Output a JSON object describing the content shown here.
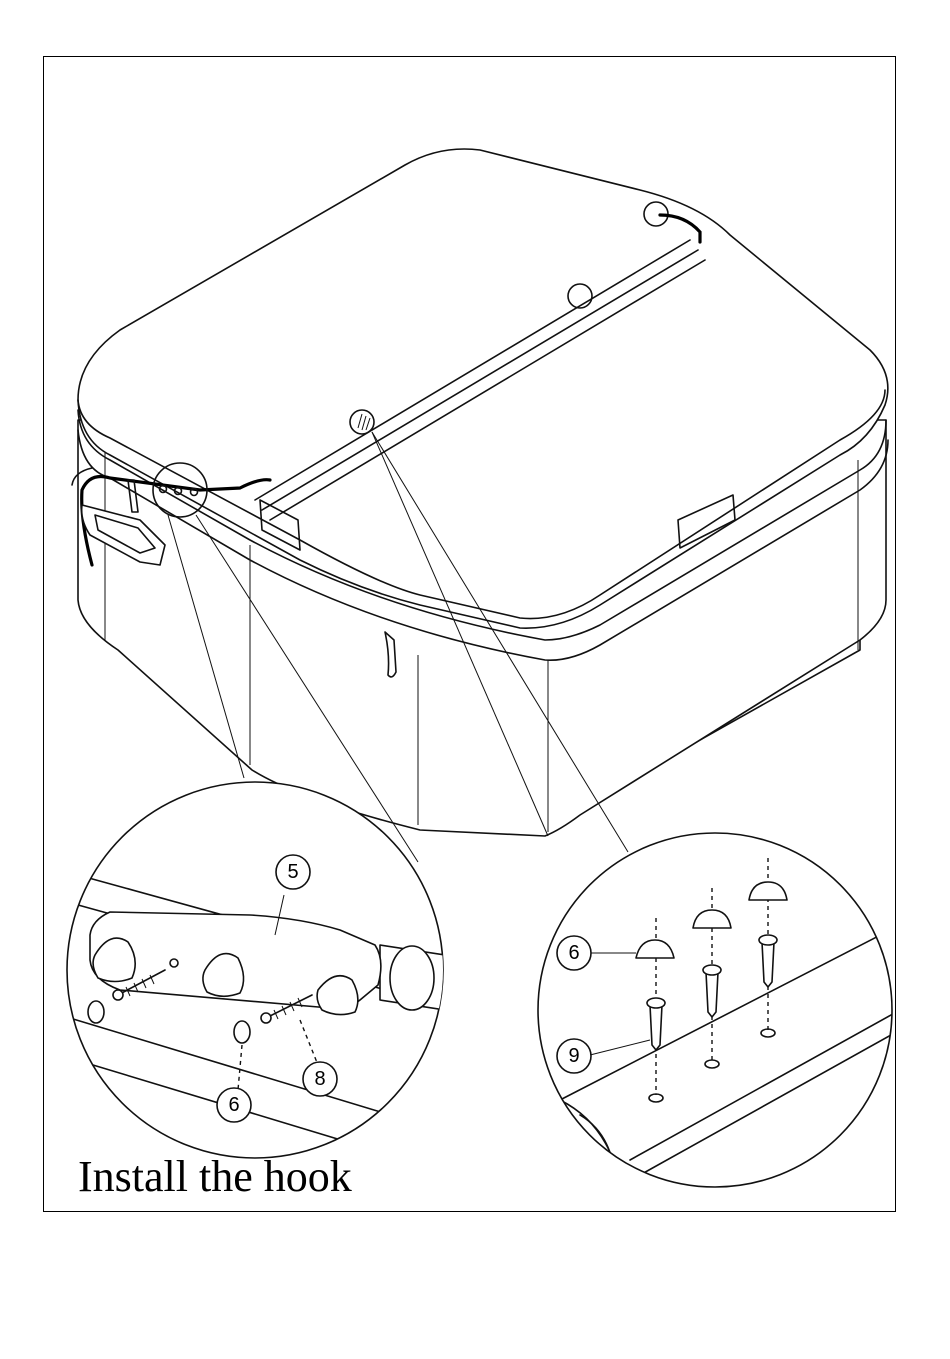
{
  "caption": "Install the hook",
  "callouts": {
    "left_hook_part": "5",
    "left_cap": "6",
    "left_screw": "8",
    "right_cap": "6",
    "right_screw": "9"
  },
  "colors": {
    "line": "#111111",
    "background": "#ffffff"
  }
}
